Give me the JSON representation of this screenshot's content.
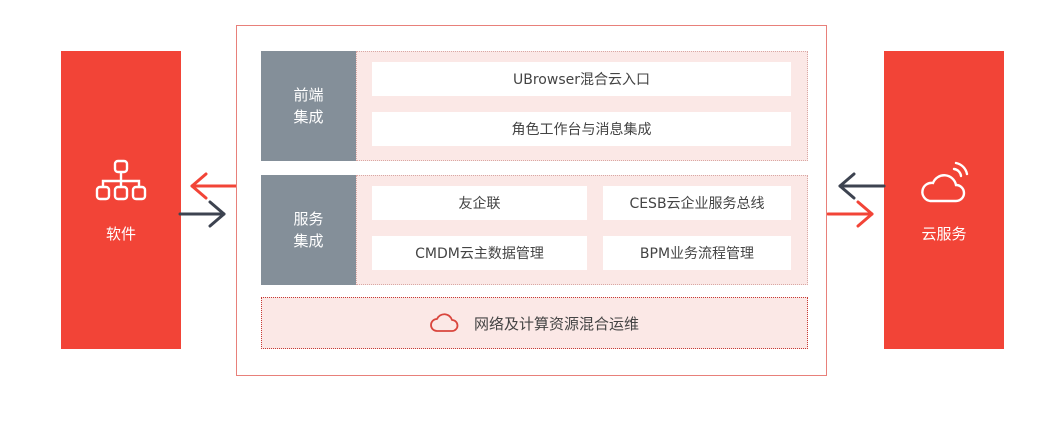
{
  "colors": {
    "accent_red": "#f24437",
    "label_gray": "#848f99",
    "panel_pink": "#fbe8e6",
    "arrow_dark": "#3d4350"
  },
  "left": {
    "label": "软件",
    "icon": "org-chart-icon"
  },
  "right": {
    "label": "云服务",
    "icon": "cloud-signal-icon"
  },
  "frontend": {
    "label_line1": "前端",
    "label_line2": "集成",
    "items": [
      "UBrowser混合云入口",
      "角色工作台与消息集成"
    ]
  },
  "service": {
    "label_line1": "服务",
    "label_line2": "集成",
    "items": [
      "友企联",
      "CESB云企业服务总线",
      "CMDM云主数据管理",
      "BPM业务流程管理"
    ]
  },
  "ops": {
    "label": "网络及计算资源混合运维",
    "icon": "cloud-icon"
  }
}
